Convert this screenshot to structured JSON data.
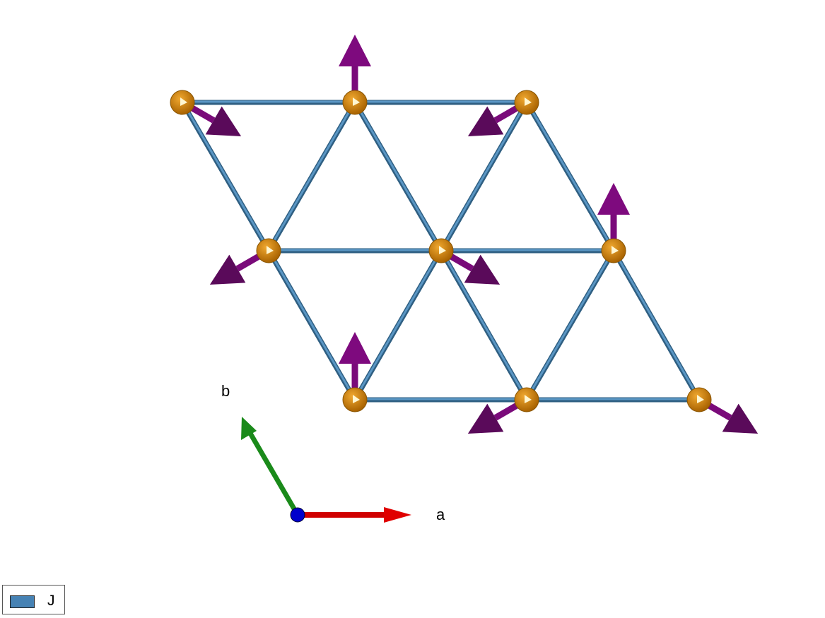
{
  "axes": {
    "a_label": "a",
    "b_label": "b"
  },
  "legend": {
    "label": "J",
    "color": "#4682b4"
  },
  "colors": {
    "bond": "#4682b4",
    "atom": "#d4880a",
    "spin": "#7a0a7a",
    "axis_a": "#e00000",
    "axis_b": "#1a9a1a",
    "axis_c": "#0000cc"
  },
  "spins_deg": [
    -30,
    90,
    210,
    210,
    -30,
    90,
    90,
    210,
    -30
  ]
}
